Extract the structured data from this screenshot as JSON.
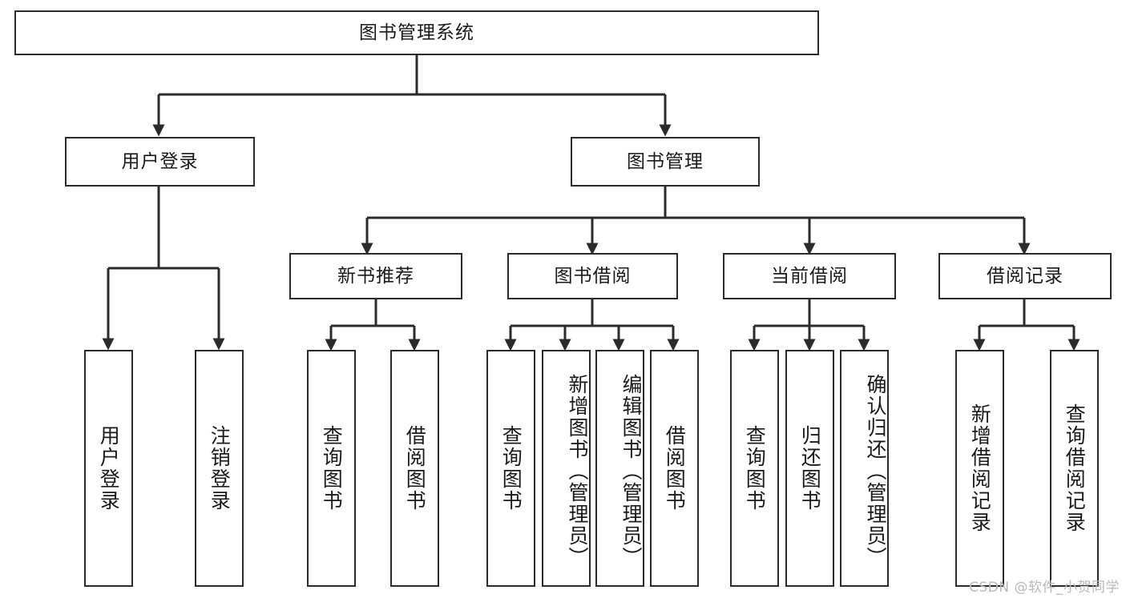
{
  "diagram": {
    "title": "图书管理系统",
    "type": "tree",
    "watermark": "CSDN @软件_小贺同学",
    "colors": {
      "border": "#2b2b2b",
      "background": "#ffffff",
      "text": "#1a1a1a",
      "watermark": "#b9b9b9"
    },
    "nodes": {
      "root": {
        "label": "图书管理系统"
      },
      "level1": [
        {
          "id": "user-login",
          "label": "用户登录"
        },
        {
          "id": "book-manage",
          "label": "图书管理"
        }
      ],
      "level2": [
        {
          "id": "new-book-rec",
          "label": "新书推荐"
        },
        {
          "id": "book-borrow",
          "label": "图书借阅"
        },
        {
          "id": "current-borrow",
          "label": "当前借阅"
        },
        {
          "id": "borrow-record",
          "label": "借阅记录"
        }
      ],
      "leaves": {
        "user_login": [
          {
            "id": "leaf-user-login",
            "label": "用户登录"
          },
          {
            "id": "leaf-logout-login",
            "label": "注销登录"
          }
        ],
        "new_book_rec": [
          {
            "id": "leaf-query-book-1",
            "label": "查询图书"
          },
          {
            "id": "leaf-borrow-book-1",
            "label": "借阅图书"
          }
        ],
        "book_borrow": [
          {
            "id": "leaf-query-book-2",
            "label": "查询图书"
          },
          {
            "id": "leaf-add-book",
            "label": "新增图书（管理员）"
          },
          {
            "id": "leaf-edit-book",
            "label": "编辑图书（管理员）"
          },
          {
            "id": "leaf-borrow-book-2",
            "label": "借阅图书"
          }
        ],
        "current_borrow": [
          {
            "id": "leaf-query-book-3",
            "label": "查询图书"
          },
          {
            "id": "leaf-return-book",
            "label": "归还图书"
          },
          {
            "id": "leaf-confirm-return",
            "label": "确认归还（管理员）"
          }
        ],
        "borrow_record": [
          {
            "id": "leaf-add-record",
            "label": "新增借阅记录"
          },
          {
            "id": "leaf-query-record",
            "label": "查询借阅记录"
          }
        ]
      }
    }
  }
}
